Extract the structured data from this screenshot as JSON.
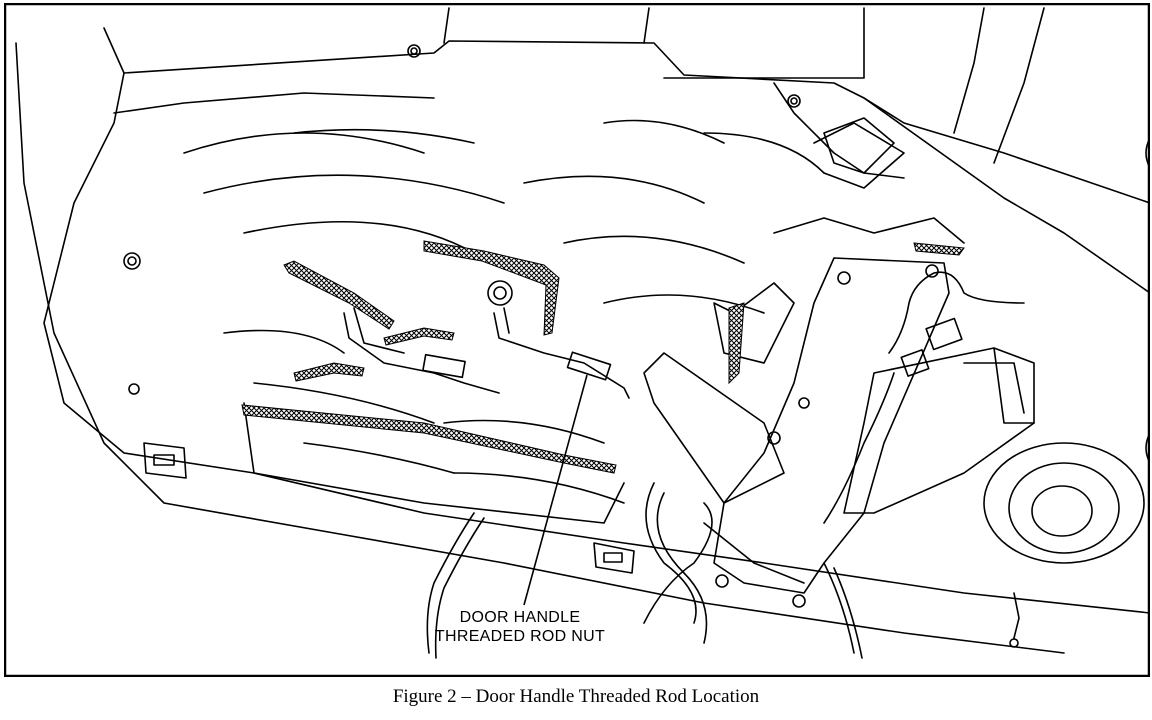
{
  "figure": {
    "callout": {
      "line1": "DOOR HANDLE",
      "line2": "THREADED ROD NUT"
    },
    "caption": "Figure 2 – Door Handle Threaded Rod Location",
    "ink_color": "#000000",
    "background_color": "#ffffff"
  }
}
